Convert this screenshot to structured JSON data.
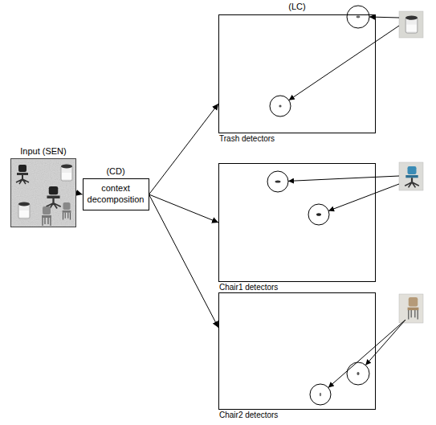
{
  "diagram": {
    "nodes": [
      {
        "text": [
          "Input (SEN)"
        ]
      },
      {
        "text": [
          "(CD)",
          "context decomposition"
        ]
      },
      {
        "text": [
          "Trash detectors"
        ]
      },
      {
        "text": [
          "Chair1 detectors"
        ]
      },
      {
        "text": [
          "Chair2 detectors"
        ]
      }
    ],
    "edges": [
      {
        "from": 0,
        "to": 1,
        "arrow": "to"
      },
      {
        "from": 1,
        "to": 2,
        "arrow": "to"
      },
      {
        "from": 1,
        "to": 3,
        "arrow": "to"
      },
      {
        "from": 1,
        "to": 4,
        "arrow": "to"
      }
    ],
    "labels": [
      "(LC)"
    ]
  }
}
